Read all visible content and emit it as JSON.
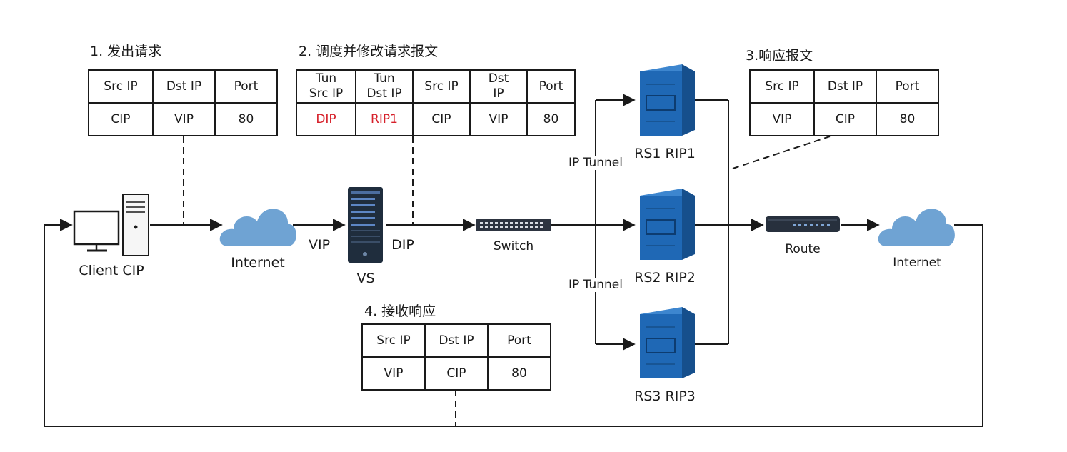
{
  "steps": {
    "s1": "1. 发出请求",
    "s2": "2. 调度并修改请求报文",
    "s3": "3.响应报文",
    "s4": "4. 接收响应"
  },
  "table1": {
    "headers": [
      "Src IP",
      "Dst IP",
      "Port"
    ],
    "values": [
      "CIP",
      "VIP",
      "80"
    ]
  },
  "table2": {
    "headers": [
      [
        "Tun",
        "Src IP"
      ],
      [
        "Tun",
        "Dst IP"
      ],
      [
        "Src IP"
      ],
      [
        "Dst",
        "IP"
      ],
      [
        "Port"
      ]
    ],
    "values": [
      "DIP",
      "RIP1",
      "CIP",
      "VIP",
      "80"
    ]
  },
  "table3": {
    "headers": [
      "Src IP",
      "Dst IP",
      "Port"
    ],
    "values": [
      "VIP",
      "CIP",
      "80"
    ]
  },
  "table4": {
    "headers": [
      "Src IP",
      "Dst IP",
      "Port"
    ],
    "values": [
      "VIP",
      "CIP",
      "80"
    ]
  },
  "nodes": {
    "client": "Client CIP",
    "internet1": "Internet",
    "vip": "VIP",
    "dip": "DIP",
    "vs": "VS",
    "switch": "Switch",
    "rs1": "RS1 RIP1",
    "rs2": "RS2 RIP2",
    "rs3": "RS3 RIP3",
    "tunnel_top": "IP Tunnel",
    "tunnel_bottom": "IP Tunnel",
    "route": "Route",
    "internet2": "Internet"
  },
  "colors": {
    "line": "#1a1a1a",
    "highlight": "#d6202a",
    "cloud": "#6fa3d3",
    "server_front": "#1f68b5",
    "server_side": "#164f8c",
    "server_top": "#3d86cf"
  }
}
